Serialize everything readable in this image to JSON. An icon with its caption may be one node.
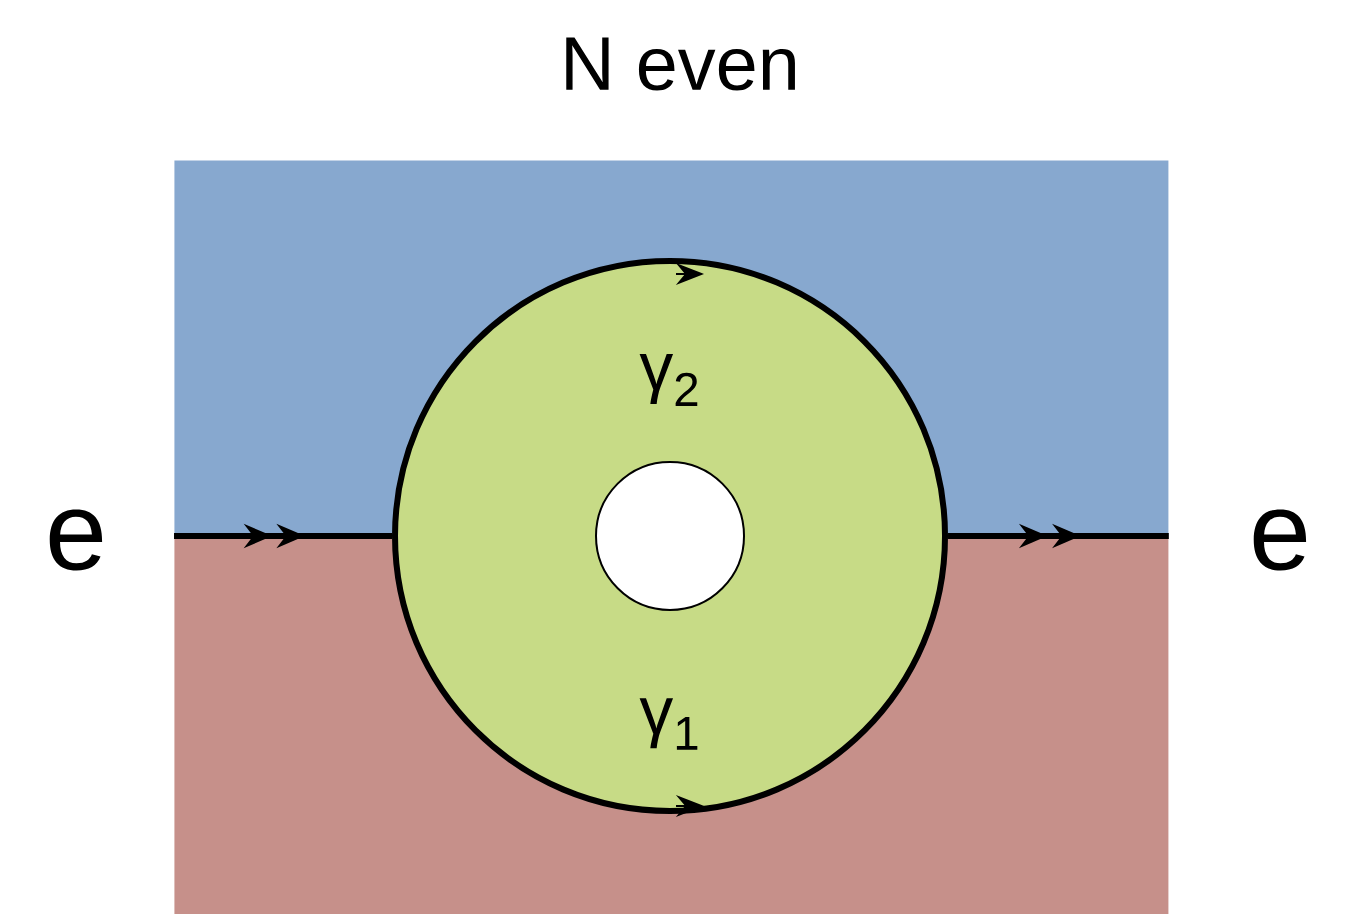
{
  "diagram": {
    "title": "N even",
    "nodes": [
      {
        "text": [],
        "shape": "box"
      },
      {
        "text": [],
        "shape": "box"
      },
      {
        "text": [
          "γ$_{2}$",
          "γ$_{1}$"
        ]
      },
      {
        "text": [],
        "shape": "circle",
        "in": 2
      }
    ],
    "edges": [
      {
        "from": 0,
        "to": 2,
        "arrow": "to"
      },
      {
        "from": 2,
        "to": 0,
        "arrow": "to"
      }
    ],
    "labels": [
      "e",
      "e"
    ]
  }
}
